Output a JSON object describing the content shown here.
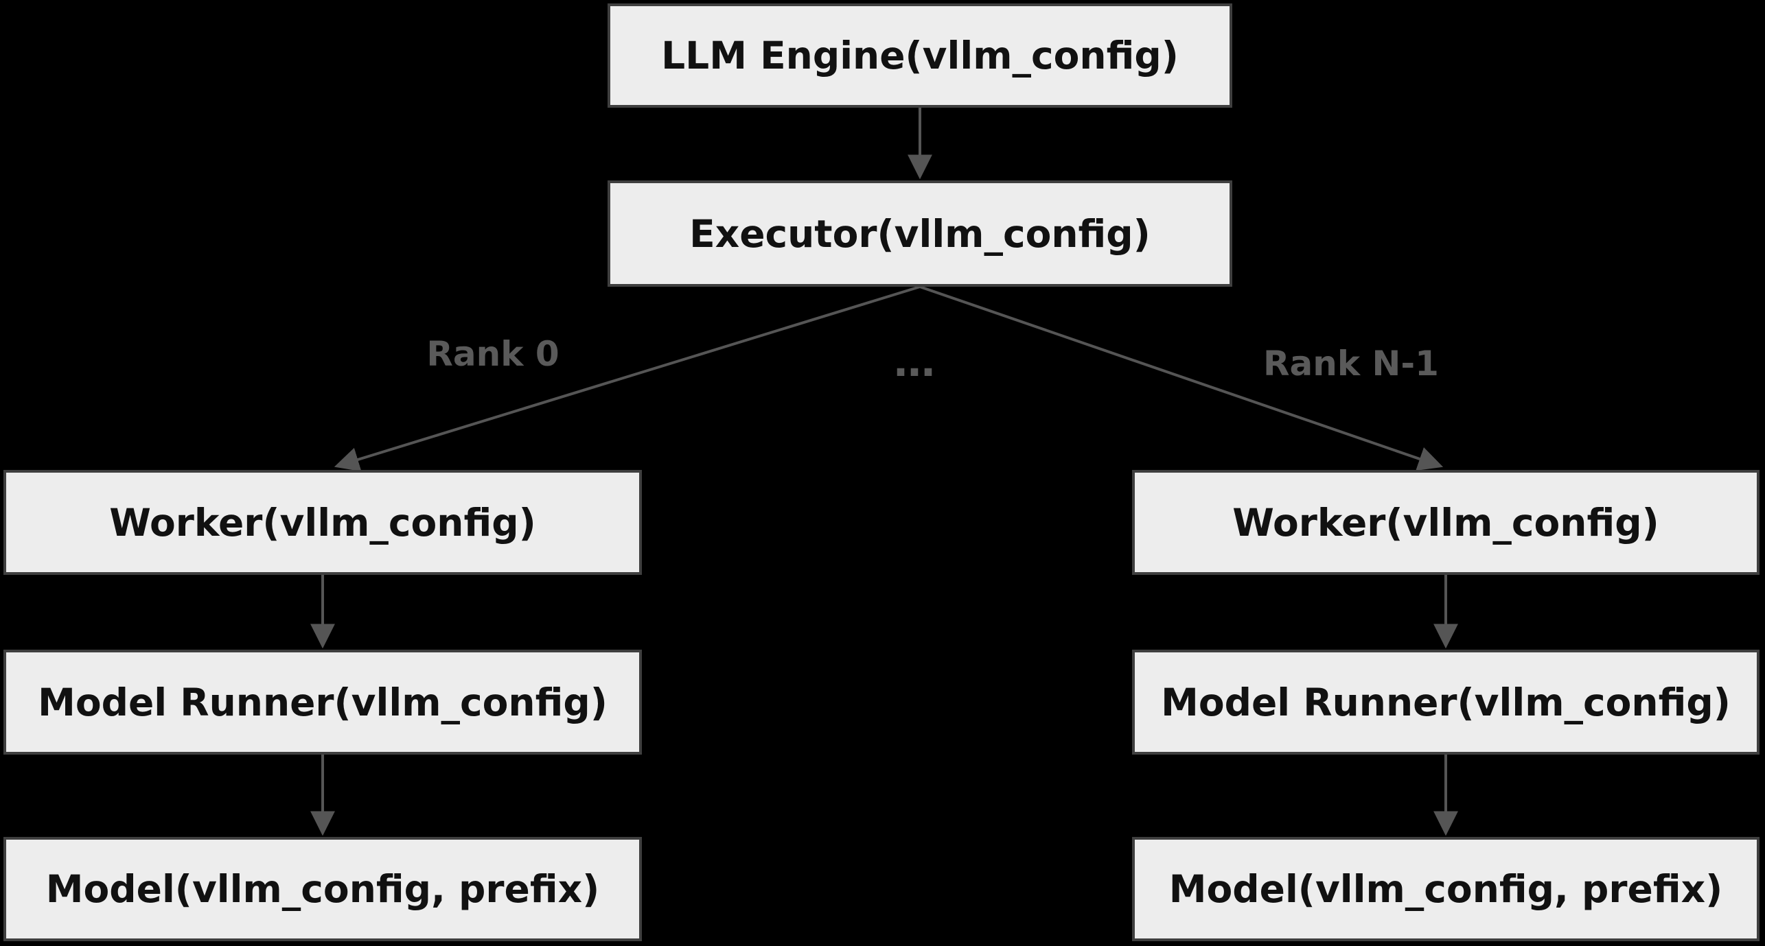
{
  "colors": {
    "background": "#000000",
    "node_fill": "#ededed",
    "node_border": "#3f3f3f",
    "node_text": "#111111",
    "edge_color": "#555555",
    "edge_label_color": "#5a5a5a"
  },
  "nodes": {
    "llm_engine": {
      "label": "LLM Engine(vllm_config)"
    },
    "executor": {
      "label": "Executor(vllm_config)"
    },
    "worker_left": {
      "label": "Worker(vllm_config)"
    },
    "model_runner_left": {
      "label": "Model Runner(vllm_config)"
    },
    "model_left": {
      "label": "Model(vllm_config, prefix)"
    },
    "worker_right": {
      "label": "Worker(vllm_config)"
    },
    "model_runner_right": {
      "label": "Model Runner(vllm_config)"
    },
    "model_right": {
      "label": "Model(vllm_config, prefix)"
    }
  },
  "edge_labels": {
    "rank0": "Rank 0",
    "ellipsis": "…",
    "rankN": "Rank N-1"
  }
}
